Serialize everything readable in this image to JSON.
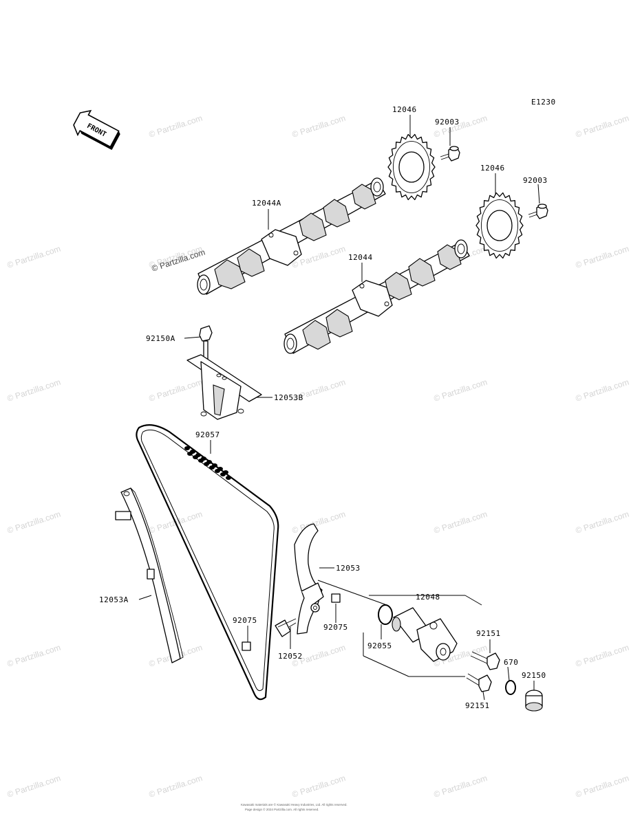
{
  "diagram_code": "E1230",
  "front_label": "FRONT",
  "watermark": "© Partzilla.com",
  "labels": {
    "p12046_top": "12046",
    "p92003_top": "92003",
    "p12046_right": "12046",
    "p92003_right": "92003",
    "p12044A": "12044A",
    "p12044": "12044",
    "p92150A": "92150A",
    "p12053B": "12053B",
    "p92057": "92057",
    "p12053": "12053",
    "p12048": "12048",
    "p12053A": "12053A",
    "p92075_left": "92075",
    "p92075_right": "92075",
    "p92151_top": "92151",
    "p92055": "92055",
    "p12052": "12052",
    "p670": "670",
    "p92150": "92150",
    "p92151_bottom": "92151"
  },
  "footer": {
    "line1": "Kawasaki materials are © Kawasaki Heavy Industries, Ltd. All rights reserved.",
    "line2": "Page design © 2024 Partzilla.com. All rights reserved."
  }
}
